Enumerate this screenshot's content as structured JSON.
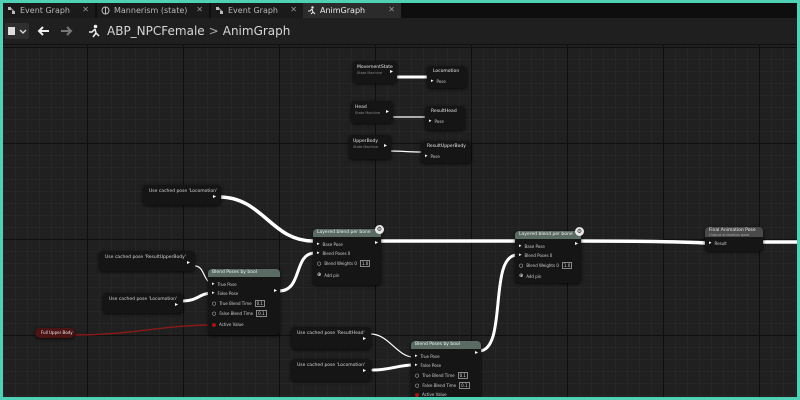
{
  "tabs": [
    {
      "label": "Event Graph",
      "icon": "event-graph-icon"
    },
    {
      "label": "Mannerism (state)",
      "icon": "state-icon"
    },
    {
      "label": "Event Graph",
      "icon": "event-graph-icon"
    },
    {
      "label": "AnimGraph",
      "icon": "running-man-icon",
      "active": true
    }
  ],
  "breadcrumb": {
    "asset": "ABP_NPCFemale",
    "separator": ">",
    "graph": "AnimGraph"
  },
  "nodes": {
    "movementstate": {
      "title": "MovementState",
      "subtitle": "State Machine"
    },
    "locomotion_res": {
      "title": "Locomotion",
      "pin": "Pose"
    },
    "head": {
      "title": "Head",
      "subtitle": "State Machine"
    },
    "resulthead_res": {
      "title": "ResultHead",
      "pin": "Pose"
    },
    "upperbody": {
      "title": "UpperBody",
      "subtitle": "State Machine"
    },
    "resultupperbody_res": {
      "title": "ResultUpperBody",
      "pin": "Pose"
    },
    "cached_locomotion_top": {
      "label": "Use cached pose 'Locomotion'"
    },
    "cached_resultupperbody": {
      "label": "Use cached pose 'ResultUpperBody'"
    },
    "cached_locomotion_mid": {
      "label": "Use cached pose 'Locomotion'"
    },
    "cached_resulthead": {
      "label": "Use cached pose 'ResultHead'"
    },
    "cached_locomotion_bottom": {
      "label": "Use cached pose 'Locomotion'"
    },
    "fullupperbody": {
      "label": "Full Upper Body"
    },
    "blend1": {
      "title": "Blend Poses by bool",
      "true_pose": "True Pose",
      "false_pose": "False Pose",
      "true_blend": "True Blend Time",
      "true_blend_val": "0.1",
      "false_blend": "False Blend Time",
      "false_blend_val": "0.1",
      "active": "Active Value"
    },
    "layered1": {
      "title": "Layered blend per bone",
      "base": "Base Pose",
      "blend": "Blend Poses 0",
      "weight": "Blend Weights 0",
      "weight_val": "1.0",
      "addpin": "Add pin"
    },
    "blend2": {
      "title": "Blend Poses by bool",
      "true_pose": "True Pose",
      "false_pose": "False Pose",
      "true_blend": "True Blend Time",
      "true_blend_val": "0.1",
      "false_blend": "False Blend Time",
      "false_blend_val": "0.1",
      "active": "Active Value"
    },
    "layered2": {
      "title": "Layered blend per bone",
      "base": "Base Pose",
      "blend": "Blend Poses 0",
      "weight": "Blend Weights 0",
      "weight_val": "1.0",
      "addpin": "Add pin"
    },
    "output": {
      "title": "Final Animation Pose",
      "subtitle": "Output animation pose",
      "pin": "Result"
    }
  },
  "colors": {
    "border": "#4fd1b6",
    "wire": "#ffffff",
    "bool_wire": "#8a1a1a",
    "header": "#5a6b63"
  }
}
